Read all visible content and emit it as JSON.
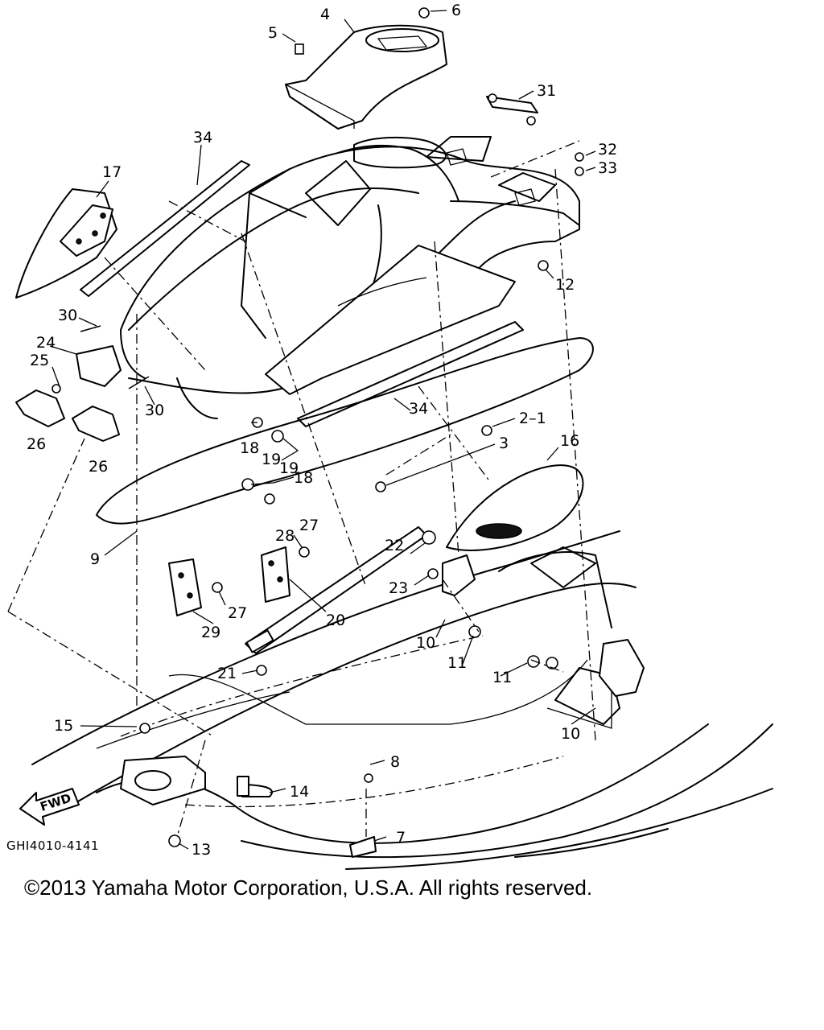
{
  "diagram": {
    "drawing_code": "GHI4010-4141",
    "direction_label": "FWD",
    "callouts": [
      "1",
      "2",
      "3",
      "4",
      "5",
      "6",
      "7",
      "8",
      "9",
      "10",
      "10",
      "11",
      "11",
      "12",
      "13",
      "14",
      "15",
      "16",
      "17",
      "18",
      "18",
      "19",
      "19",
      "20",
      "21",
      "22",
      "23",
      "24",
      "25",
      "26",
      "26",
      "27",
      "27",
      "28",
      "29",
      "30",
      "30",
      "31",
      "32",
      "33",
      "34",
      "34"
    ]
  },
  "footer": {
    "copyright": "©2013 Yamaha Motor Corporation, U.S.A. All rights reserved."
  }
}
